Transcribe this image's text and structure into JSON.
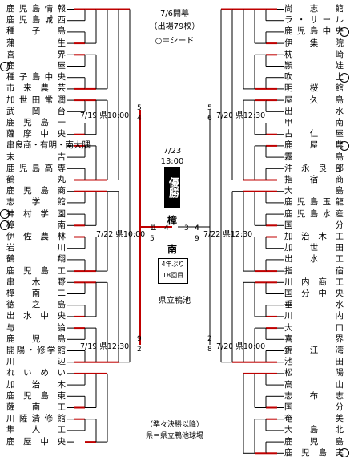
{
  "header": {
    "opening": "7/6開幕",
    "entries": "（出場79校）",
    "seed_legend": "○＝シード"
  },
  "final": {
    "date": "7/23",
    "time": "13:00",
    "winner_label": "優勝",
    "winner": "樟",
    "winner2": "南",
    "score_left_a": "1",
    "score_left_b": "4",
    "score_right_a": "3",
    "score_right_b": "4",
    "note_line1": "4年ぶり",
    "note_line2": "18回目",
    "venue": "県立鴨池"
  },
  "footer": {
    "line1": "（準々決勝以降）",
    "line2": "県＝県立鴨池球場"
  },
  "left_teams": [
    "鹿児島情報",
    "鹿児島城西",
    "種 子 島",
    "蒲 生",
    "喜 界",
    "鹿 屋",
    "種子島中央",
    "市来農芸",
    "加世田常潤",
    "武 岡 台",
    "鹿 児 島 一",
    "薩 摩 中 央",
    "串良商・有明・南大隅",
    "末 吉",
    "鹿児島高専",
    "鶴 丸",
    "鹿 児 島 商",
    "志 学 館",
    "神 村 学 園",
    "樟 南",
    "伊 佐 農 林",
    "岩 川",
    "鶴 翔",
    "鹿 児 島 工",
    "串 木 野",
    "樟 南 二",
    "徳 之 島",
    "出 水 中 央",
    "与 論",
    "鹿 児 島",
    "開陽・修学館",
    "川 辺",
    "れいめい",
    "加 治 木",
    "鹿児島東",
    "薩 南 工",
    "川薩清修館",
    "隼 人 工",
    "鹿 屋 中 央"
  ],
  "right_teams": [
    "尚 志 館",
    "ラ・サール",
    "鹿児島中央",
    "伊 集 院",
    "枕 崎",
    "頴 娃",
    "吹 上",
    "明 桜 館",
    "屋 久 島",
    "出 水",
    "甲 南",
    "古 仁 屋",
    "鹿 屋 農",
    "霧 島",
    "沖 永 良 部",
    "指 宿 商",
    "大 島",
    "鹿児島玉龍",
    "鹿児島水産",
    "国 分",
    "加 治 木 工",
    "加 世 田",
    "出 水 工",
    "指 宿",
    "川 内 商 工",
    "国 分 中 央",
    "垂 水",
    "川 内",
    "大 口",
    "喜 界",
    "錦 江 湾",
    "池 田",
    "松 陽",
    "高 山",
    "志 布 志",
    "国 分",
    "奄 美",
    "大 島 北",
    "鹿 児 島",
    "鹿 児 島 実"
  ],
  "left_seeds": [
    "鹿 屋",
    "神 村 学 園",
    "樟 南"
  ],
  "right_seeds": [
    "鹿児島中央",
    "吹 上",
    "鹿 屋 農",
    "鹿 児 島 実"
  ],
  "semis": {
    "top_left": {
      "label": "7/19 県10:00",
      "s1": "5",
      "s2": "4"
    },
    "bot_left": {
      "label": "7/19 県12:30",
      "s1": "9",
      "s2": "2"
    },
    "top_right": {
      "label": "7/20 県12:30",
      "s1": "5",
      "s2": "6"
    },
    "bot_right": {
      "label": "7/20 県10:00",
      "s1": "2",
      "s2": "8"
    },
    "left_final": {
      "label": "7/22 県10:00",
      "s1": "1",
      "s2": "5"
    },
    "right_final": {
      "label": "7/22 県12:30",
      "s1": "4",
      "s2": "9"
    }
  }
}
